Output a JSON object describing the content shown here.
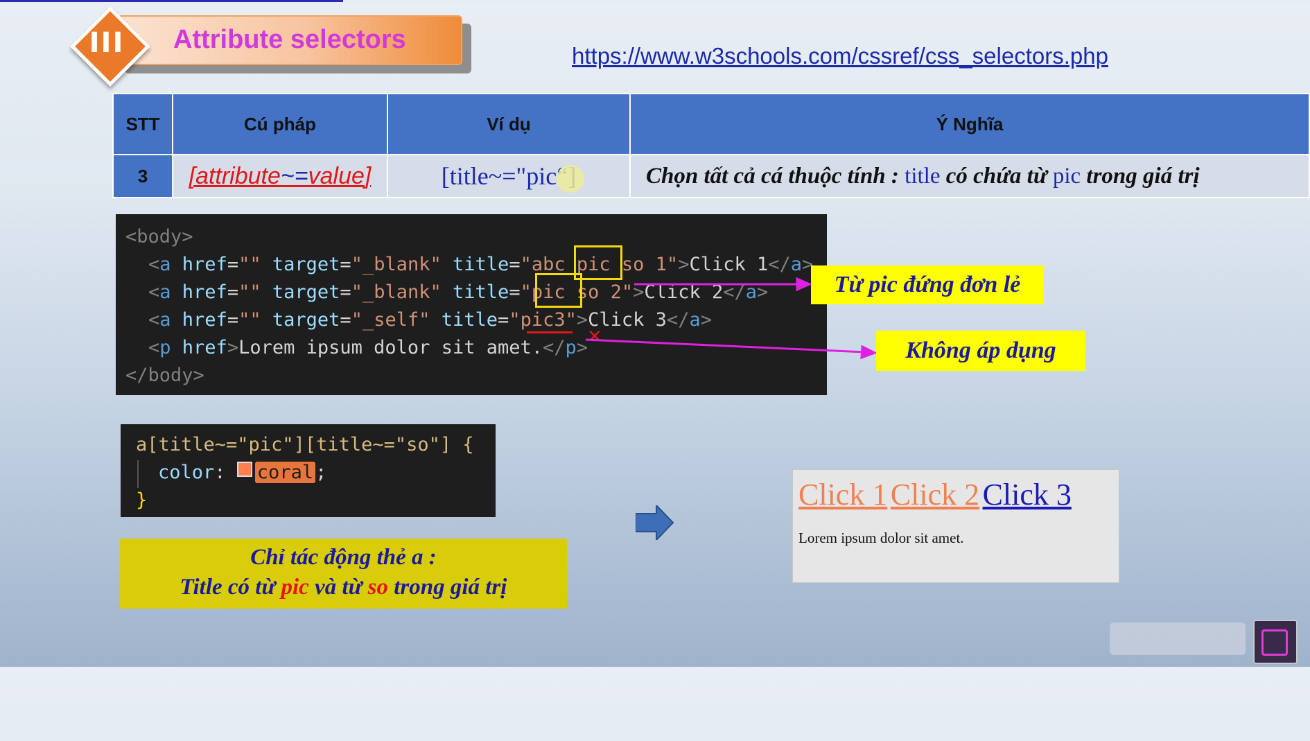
{
  "header": {
    "section_number": "III",
    "title": "Attribute selectors",
    "url": "https://www.w3schools.com/cssref/css_selectors.php"
  },
  "table": {
    "headers": [
      "STT",
      "Cú pháp",
      "Ví dụ",
      "Ý Nghĩa"
    ],
    "row": {
      "stt": "3",
      "syntax_open": "[",
      "syntax_attr": "attribute",
      "syntax_op": "~=",
      "syntax_value": "value",
      "syntax_close": "]",
      "example": "[title~=\"pic“]",
      "meaning_1": "Chọn tất cả cá thuộc tính : ",
      "meaning_kw1": "title",
      "meaning_2": " có chứa từ ",
      "meaning_kw2": "pic",
      "meaning_3": " trong giá trị"
    }
  },
  "code_html": {
    "body_open": "<body>",
    "body_close": "</body>",
    "lines": [
      {
        "title": "abc pic so 1",
        "target": "_blank",
        "text": "Click 1"
      },
      {
        "title": "pic so 2",
        "target": "_blank",
        "text": "Click 2"
      },
      {
        "title": "pic3",
        "target": "_self",
        "text": "Click 3"
      }
    ],
    "p_text": "Lorem ipsum dolor sit amet."
  },
  "code_css": {
    "selector": "a[title~=\"pic\"][title~=\"so\"] {",
    "property": "color",
    "value": "coral",
    "close": "}"
  },
  "callouts": {
    "single_word": "Từ pic đứng đơn lẻ",
    "not_applied": "Không áp dụng"
  },
  "note": {
    "line1": "Chỉ tác động thẻ a :",
    "line2_a": "Title có từ ",
    "line2_pic": "pic",
    "line2_b": " và từ ",
    "line2_so": "so",
    "line2_c": " trong giá trị"
  },
  "preview": {
    "links": [
      "Click 1",
      "Click 2",
      "Click 3"
    ],
    "paragraph": "Lorem ipsum dolor sit amet."
  },
  "colors": {
    "accent_orange": "#ea7a2a",
    "title_pink": "#d13ad8",
    "table_blue": "#4472c4",
    "callout_yellow": "#ffff00",
    "arrow_magenta": "#e020e0",
    "coral": "#ff7f50"
  }
}
